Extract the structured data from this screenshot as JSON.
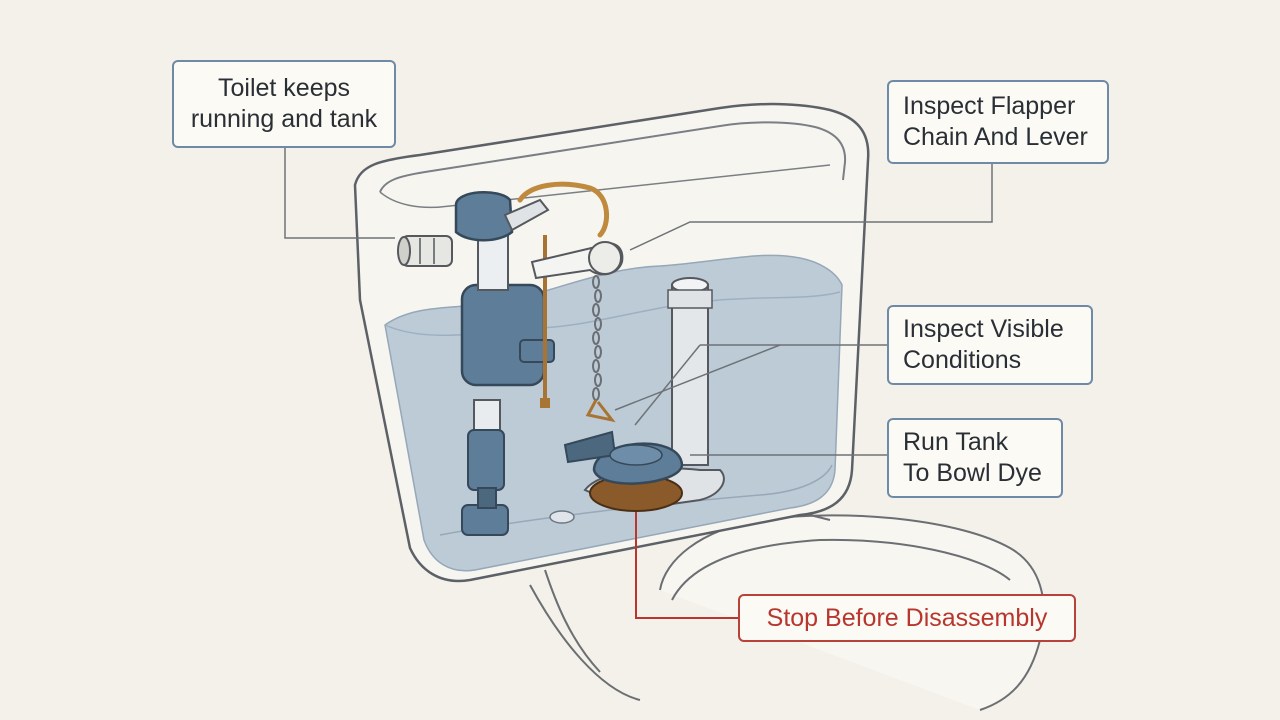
{
  "callouts": {
    "running": {
      "line1": "Toilet keeps",
      "line2": "running and tank"
    },
    "flapper": {
      "line1": "Inspect Flapper",
      "line2": "Chain And Lever"
    },
    "visible": {
      "line1": "Inspect Visible",
      "line2": "Conditions"
    },
    "dye": {
      "line1": "Run Tank",
      "line2": "To Bowl Dye"
    },
    "stop": {
      "line1": "Stop Before Disassembly"
    }
  },
  "colors": {
    "background": "#f4f1ea",
    "callout_border": "#6f8aa6",
    "stop_accent": "#b8362e",
    "water": "#b9c8d6",
    "fill_valve": "#5d7d98",
    "flapper_seal": "#8a5a2b"
  }
}
